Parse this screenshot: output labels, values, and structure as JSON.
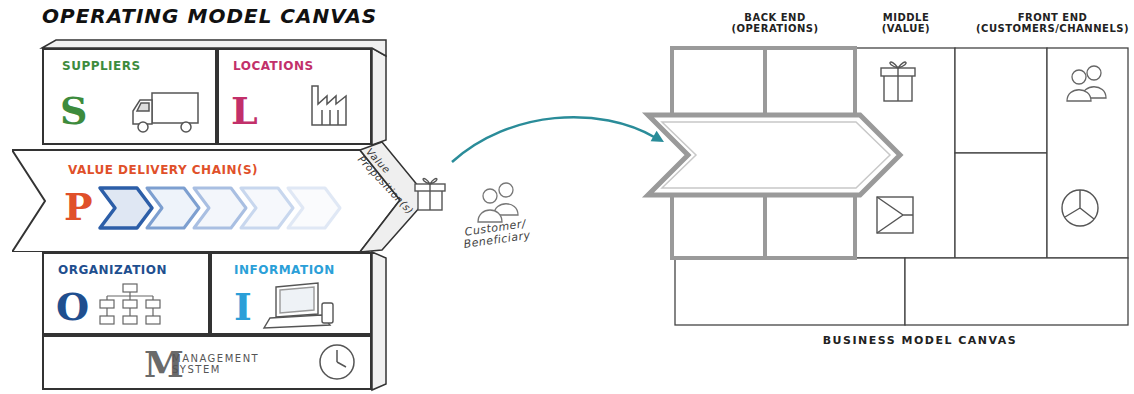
{
  "diagram": {
    "title": "OPERATING MODEL CANVAS",
    "caption": "BUSINESS MODEL CANVAS",
    "nodes": [
      {
        "text": [
          "SUPPLIERS",
          "S"
        ]
      },
      {
        "text": [
          "LOCATIONS",
          "L"
        ]
      },
      {
        "text": [
          "VALUE DELIVERY CHAIN(S)",
          "P"
        ]
      },
      {
        "text": [
          "ORGANIZATION",
          "O"
        ]
      },
      {
        "text": [
          "INFORMATION",
          "I"
        ]
      },
      {
        "text": [
          "M",
          "MANAGEMENT SYSTEM"
        ]
      }
    ],
    "labels": [
      "Value Proposition(s)",
      "Customer/ Beneficiary",
      "BACK END (OPERATIONS)",
      "MIDDLE (VALUE)",
      "FRONT END (CUSTOMERS/CHANNELS)"
    ]
  }
}
